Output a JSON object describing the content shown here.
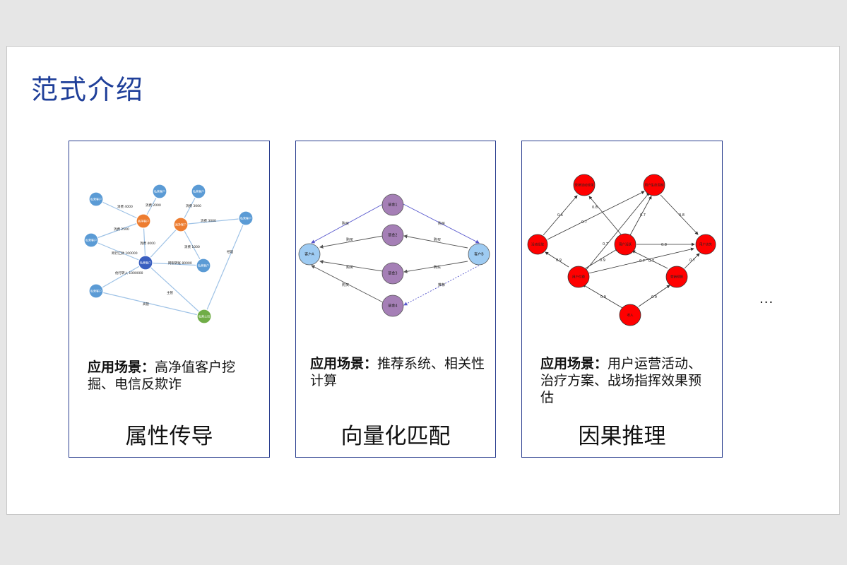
{
  "slide": {
    "title": "范式介绍",
    "ellipsis": "···"
  },
  "cards": [
    {
      "name": "属性传导",
      "scenario_label": "应用场景：",
      "scenario_text": "高净值客户挖掘、电信反欺诈",
      "graph": {
        "node_labels": [
          "私营客户",
          "私营客户",
          "私营客户",
          "高净客户",
          "高净客户",
          "私营客户",
          "私营客户",
          "私营客户",
          "私营客户",
          "私营客户",
          "私营公司"
        ],
        "edge_labels": [
          "消费 4000",
          "消费 2000",
          "消费 3000",
          "消费 2500",
          "消费 3000",
          "消费 4000",
          "跨行汇款 100000",
          "网银转账 80000",
          "消费 1000",
          "他行转入 1000000",
          "主管",
          "经理",
          "高管"
        ]
      }
    },
    {
      "name": "向量化匹配",
      "scenario_label": "应用场景：",
      "scenario_text": "推荐系统、相关性计算",
      "graph": {
        "node_labels": [
          "客户A",
          "基金1",
          "基金2",
          "基金3",
          "基金4",
          "客户B"
        ],
        "edge_labels": [
          "购买",
          "购买",
          "购买",
          "购买",
          "购买",
          "购买",
          "购买",
          "推荐"
        ]
      }
    },
    {
      "name": "因果推理",
      "scenario_label": "应用场景：",
      "scenario_text": "用户运营活动、治疗方案、战场指挥效果预估",
      "graph": {
        "node_labels": [
          "营销活动效果",
          "用户生命周期",
          "活动投放",
          "用户活跃",
          "用户流失",
          "用户付费",
          "营销预算",
          "收入"
        ],
        "edge_labels": [
          "0.6",
          "0.8",
          "0.7",
          "0.8",
          "0.7",
          "0.9",
          "0.7",
          "0.8",
          "0.9",
          "0.7",
          "0.7",
          "0.7",
          "0.9",
          "0.9"
        ]
      }
    }
  ],
  "colors": {
    "title_blue": "#1f3f99",
    "card_border": "#2b3f8f",
    "node_blue": "#5b9bd5",
    "node_orange": "#ed7d31",
    "node_darkblue": "#3a5fc0",
    "node_green": "#70ad47",
    "node_purple": "#a57fb6",
    "node_lightblue": "#9ecbf2",
    "node_red": "#ff0000"
  }
}
